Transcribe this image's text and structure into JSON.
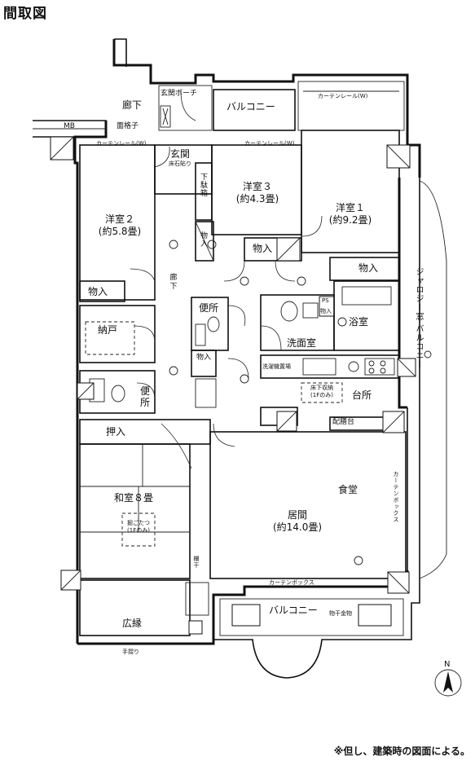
{
  "header": {
    "title": "間取図"
  },
  "footer": {
    "note": "※但し、建築時の図面による。"
  },
  "compass": {
    "label": "N"
  },
  "rooms": {
    "western2": {
      "name": "洋室２",
      "size": "(約5.8畳)"
    },
    "western3": {
      "name": "洋室３",
      "size": "(約4.3畳)"
    },
    "western1": {
      "name": "洋室１",
      "size": "(約9.2畳)"
    },
    "storage_room": {
      "name": "納戸"
    },
    "japanese": {
      "name": "和室８畳"
    },
    "living": {
      "name": "居間",
      "size": "(約14.0畳)"
    },
    "dining": {
      "name": "食堂"
    },
    "kitchen": {
      "name": "台所"
    },
    "washroom": {
      "name": "洗面室"
    },
    "bath": {
      "name": "浴室"
    },
    "toilet1": {
      "name": "便所"
    },
    "toilet2": {
      "name": "便所"
    },
    "entrance": {
      "name": "玄関",
      "sub": "床石貼り"
    },
    "veranda": {
      "name": "広縁"
    }
  },
  "labels": {
    "corridor_top": "廊下",
    "corridor_mid": "廊下",
    "porch": "玄関ポーチ",
    "balcony_top": "バルコニー",
    "balcony_bottom": "バルコニー",
    "balcony_right": "ジャロジー窓 バルコニー",
    "lattice": "面格子",
    "mb": "MB",
    "shoe_box": "下駄箱",
    "closet_w2": "物入",
    "closet_w3": "物入",
    "closet_w1": "物入",
    "closet_entry": "物入",
    "closet_hall": "物入",
    "closet_ps": "物入",
    "push_in": "押入",
    "ps": "PS",
    "kotatsu": "掘ごたつ",
    "kotatsu_sub": "(1Fのみ)",
    "floor_storage": "床下収納",
    "floor_storage_sub": "(1Fのみ)",
    "serving": "配膳台",
    "curtain_top1": "カーテンレール(W)",
    "curtain_top2": "カーテンレール(W)",
    "curtain_top3": "カーテンレール(W)",
    "curtain_box": "カーテンボックス",
    "curtain_box_side": "カーテンボックス",
    "laundry": "物干金物",
    "handrail": "手摺り",
    "transom": "欄干",
    "wash_fan": "洗濯機置場"
  }
}
